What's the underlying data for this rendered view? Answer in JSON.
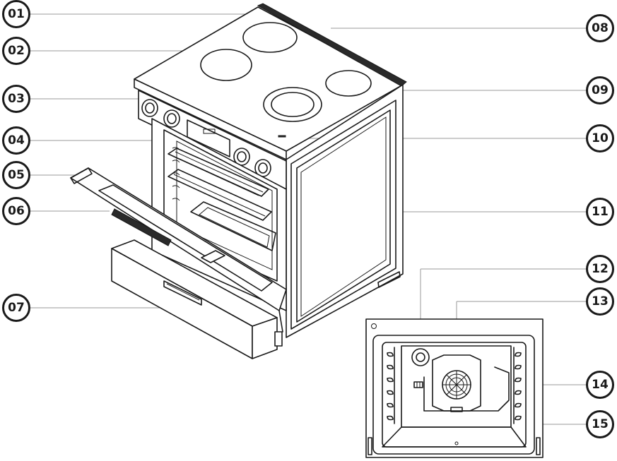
{
  "diagram": {
    "colors": {
      "line": "#1a1a1a",
      "leader": "#9a9a9a",
      "background": "#ffffff"
    },
    "callouts": [
      "01",
      "02",
      "03",
      "04",
      "05",
      "06",
      "07",
      "08",
      "09",
      "10",
      "11",
      "12",
      "13",
      "14",
      "15"
    ]
  }
}
